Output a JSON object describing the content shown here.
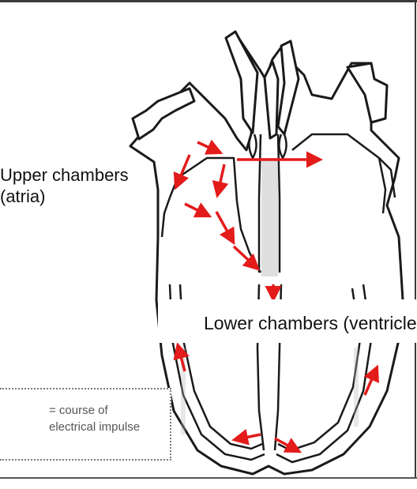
{
  "labels": {
    "upper_line1": "Upper chambers",
    "upper_line2": "(atria)",
    "lower": "Lower chambers (ventricles)"
  },
  "legend": {
    "line1": "= course of",
    "line2": "electrical impulse"
  },
  "colors": {
    "impulse": "#e31b1b",
    "outline": "#1a1a1a",
    "stipple": "#b9b9b9"
  }
}
